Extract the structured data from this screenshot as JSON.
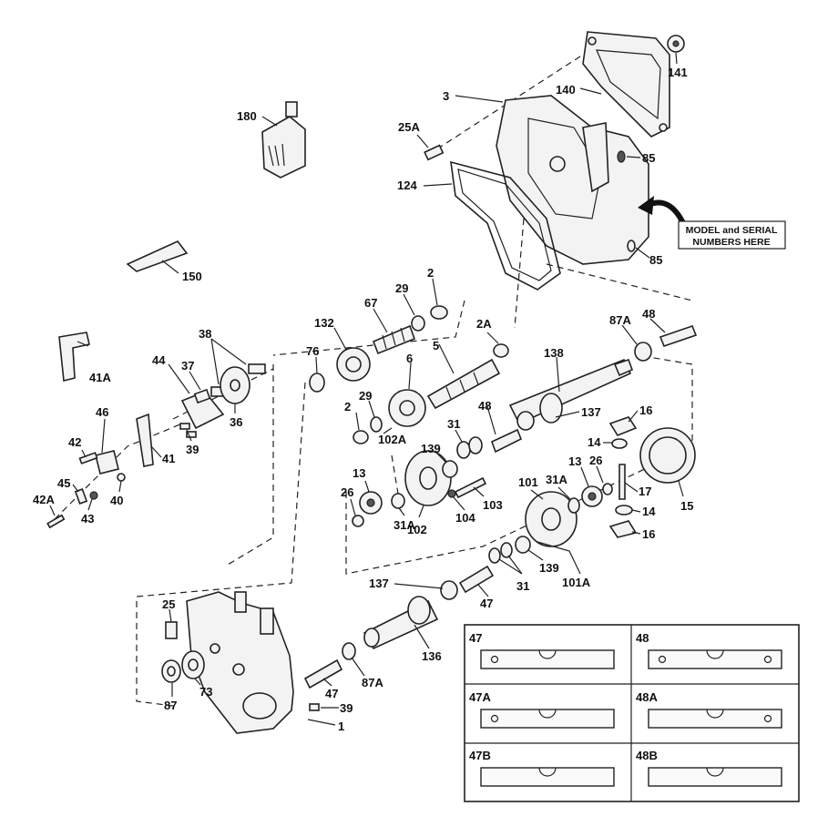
{
  "callouts": {
    "c180": "180",
    "c150": "150",
    "c3": "3",
    "c140": "140",
    "c141": "141",
    "c25A": "25A",
    "c85a": "85",
    "c85b": "85",
    "c124": "124",
    "c2a": "2",
    "c29a": "29",
    "c67": "67",
    "c132": "132",
    "c2A": "2A",
    "c5": "5",
    "c76": "76",
    "c6": "6",
    "c87A": "87A",
    "c48a": "48",
    "c138": "138",
    "c2b": "2",
    "c29b": "29",
    "c102A": "102A",
    "c48b": "48",
    "c137a": "137",
    "c16a": "16",
    "c14a": "14",
    "c38": "38",
    "c41A": "41A",
    "c44": "44",
    "c37": "37",
    "c36": "36",
    "c39a": "39",
    "c41": "41",
    "c46": "46",
    "c42": "42",
    "c40": "40",
    "c45": "45",
    "c43": "43",
    "c42A": "42A",
    "c31a": "31",
    "c139a": "139",
    "c13a": "13",
    "c26a": "26",
    "c31Aa": "31A",
    "c102": "102",
    "c104": "104",
    "c103": "103",
    "c101": "101",
    "c31Ab": "31A",
    "c13b": "13",
    "c26b": "26",
    "c17": "17",
    "c15": "15",
    "c14b": "14",
    "c16b": "16",
    "c139b": "139",
    "c31b": "31",
    "c101A": "101A",
    "c137b": "137",
    "c47a": "47",
    "c136": "136",
    "c25": "25",
    "c87Ab": "87A",
    "c47b": "47",
    "c39b": "39",
    "c1": "1",
    "c87": "87",
    "c73": "73"
  },
  "model_note": {
    "line1": "MODEL and SERIAL",
    "line2": "NUMBERS HERE"
  },
  "inset": {
    "cells": [
      {
        "label": "47"
      },
      {
        "label": "48"
      },
      {
        "label": "47A"
      },
      {
        "label": "48A"
      },
      {
        "label": "47B"
      },
      {
        "label": "48B"
      }
    ]
  }
}
